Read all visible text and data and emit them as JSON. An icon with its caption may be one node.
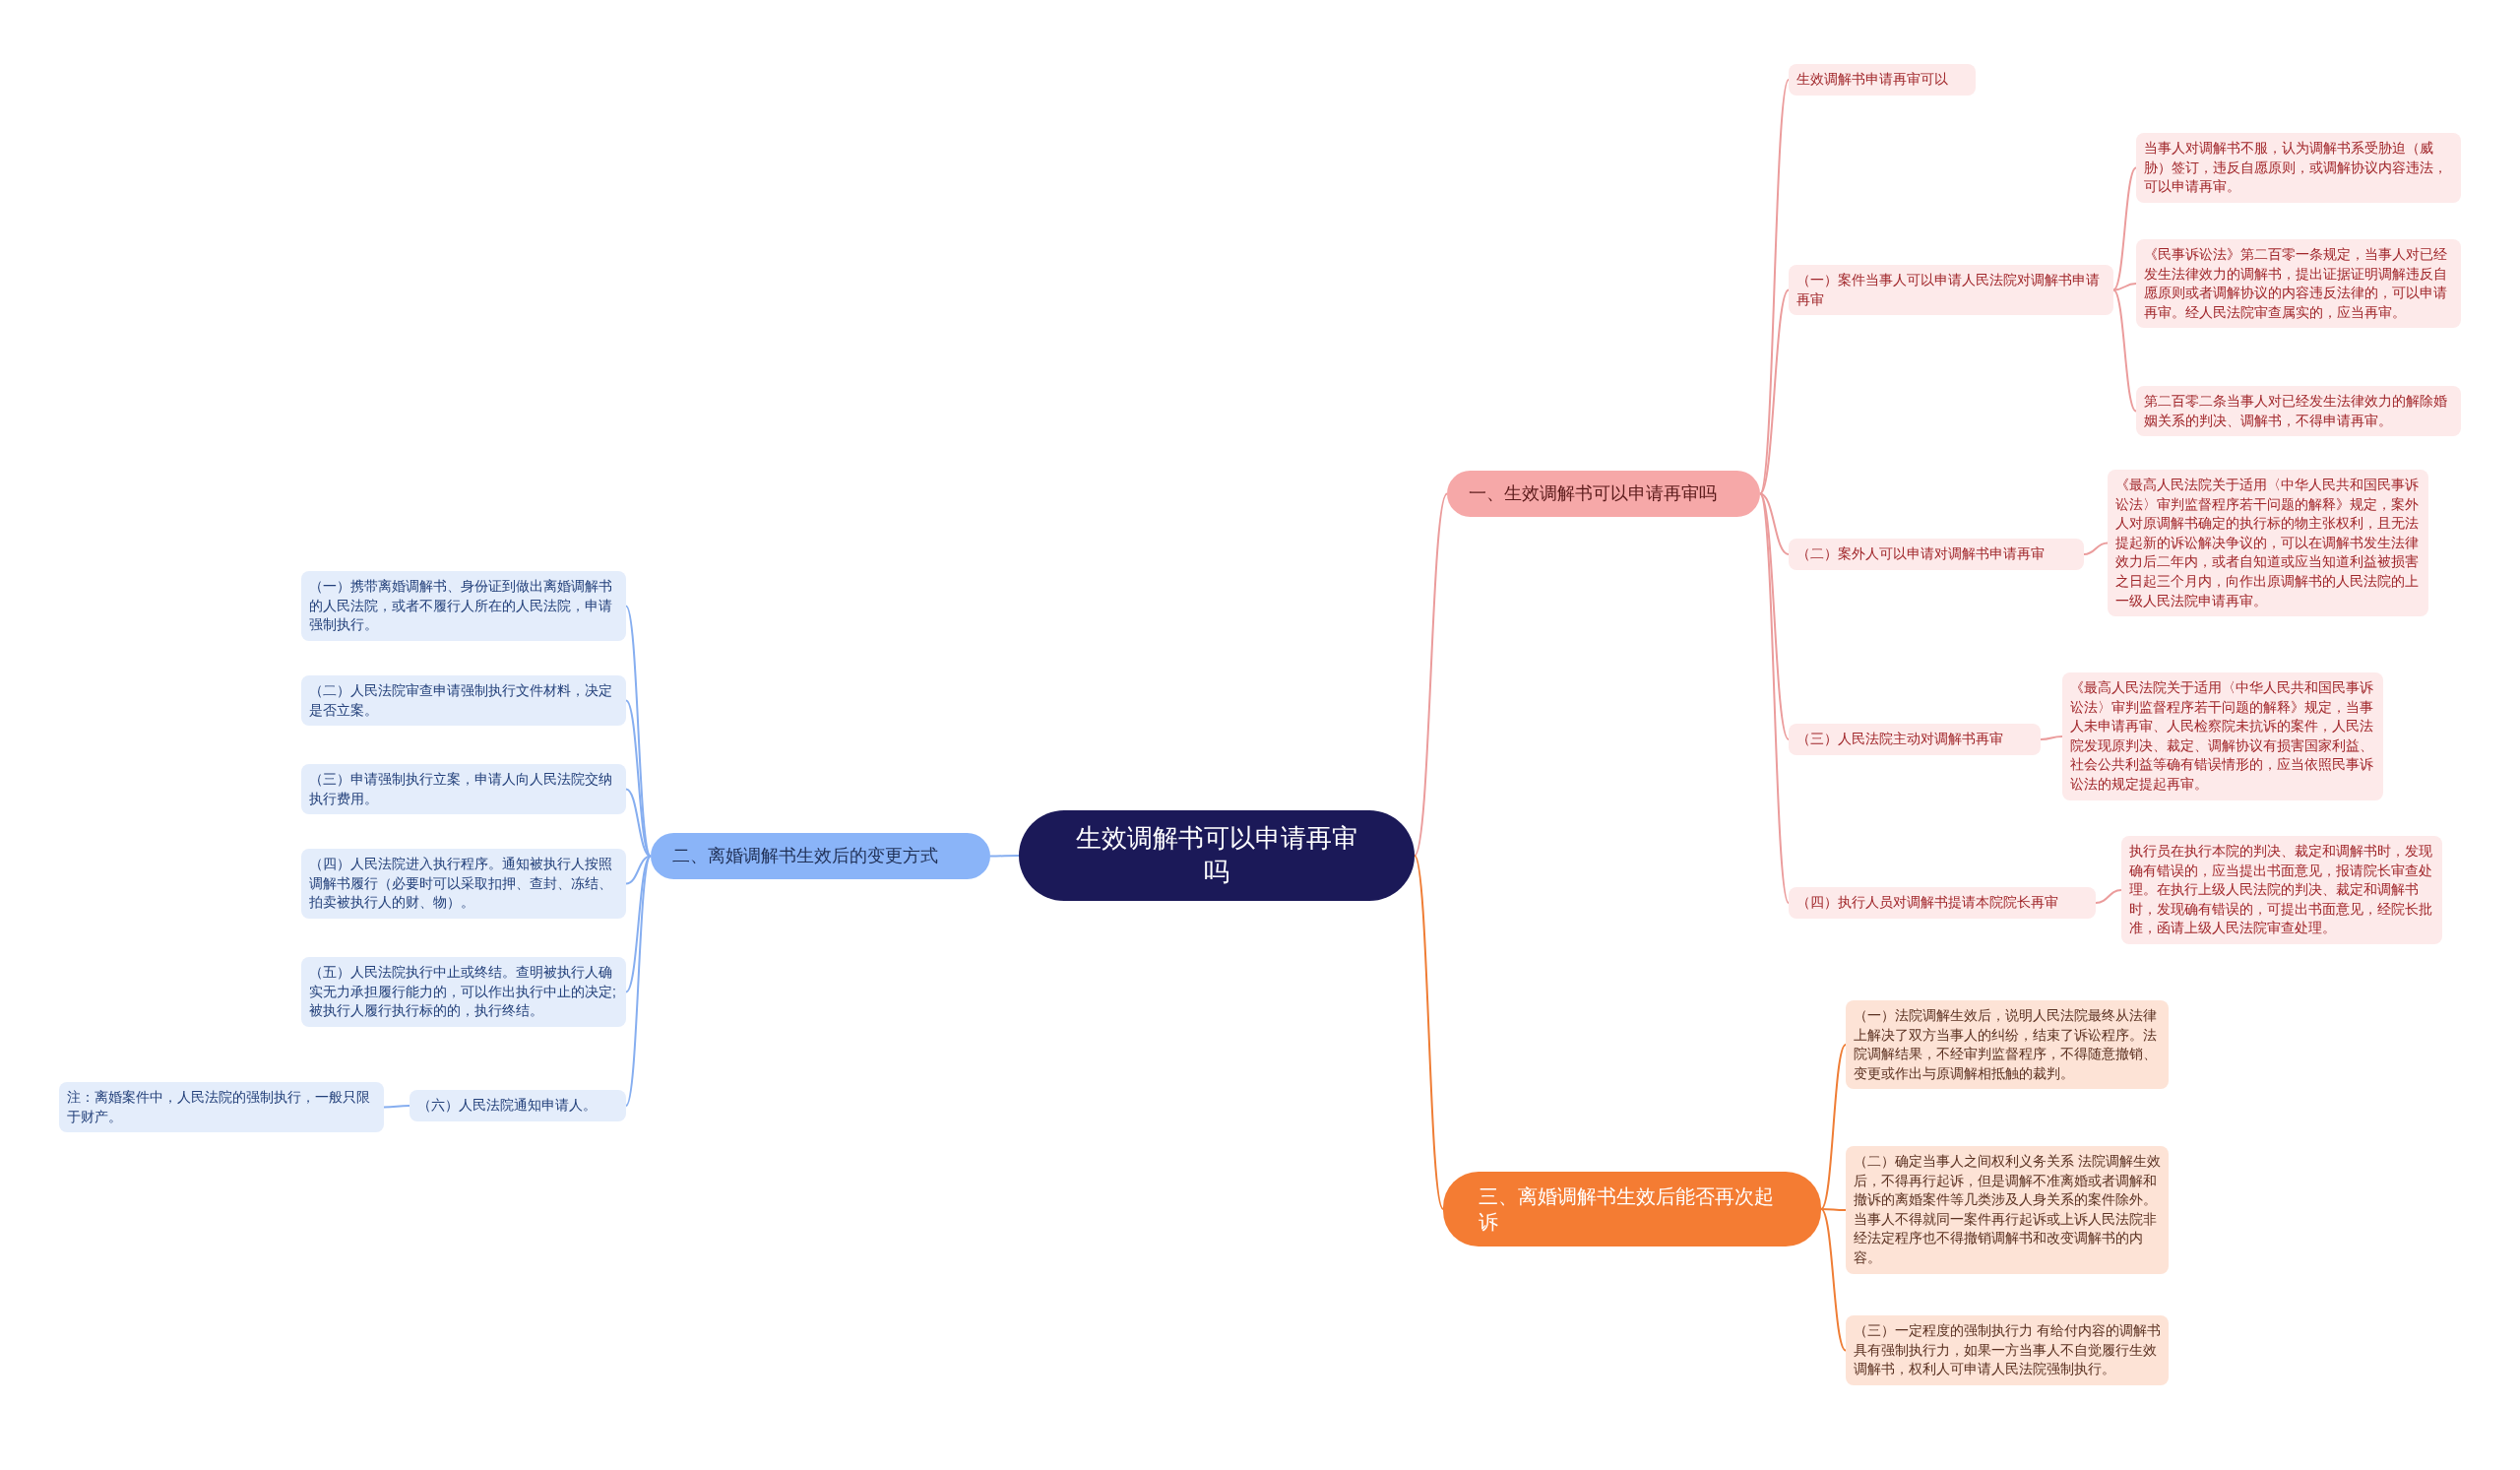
{
  "diagram": {
    "nodes": [
      {
        "text": [
          "生效调解书可以申请再审吗"
        ]
      },
      {
        "text": [
          "一、生效调解书可以申请再审吗"
        ]
      },
      {
        "text": [
          "生效调解书申请再审可以"
        ]
      },
      {
        "text": [
          "（一）案件当事人可以申请人民法院对调解书申请再审"
        ]
      },
      {
        "text": [
          "当事人对调解书不服，认为调解书系受胁迫（威胁）签订，违反自愿原则，或调解协议内容违法，可以申请再审。"
        ]
      },
      {
        "text": [
          "《民事诉讼法》第二百零一条规定，当事人对已经发生法律效力的调解书，提出证据证明调解违反自愿原则或者调解协议的内容违反法律的，可以申请再审。经人民法院审查属实的，应当再审。"
        ]
      },
      {
        "text": [
          "第二百零二条当事人对已经发生法律效力的解除婚姻关系的判决、调解书，不得申请再审。"
        ]
      },
      {
        "text": [
          "（二）案外人可以申请对调解书申请再审"
        ]
      },
      {
        "text": [
          "《最高人民法院关于适用〈中华人民共和国民事诉讼法〉审判监督程序若干问题的解释》规定，案外人对原调解书确定的执行标的物主张权利，且无法提起新的诉讼解决争议的，可以在调解书发生法律效力后二年内，或者自知道或应当知道利益被损害之日起三个月内，向作出原调解书的人民法院的上一级人民法院申请再审。"
        ]
      },
      {
        "text": [
          "（三）人民法院主动对调解书再审"
        ]
      },
      {
        "text": [
          "《最高人民法院关于适用〈中华人民共和国民事诉讼法〉审判监督程序若干问题的解释》规定，当事人未申请再审、人民检察院未抗诉的案件，人民法院发现原判决、裁定、调解协议有损害国家利益、社会公共利益等确有错误情形的，应当依照民事诉讼法的规定提起再审。"
        ]
      },
      {
        "text": [
          "（四）执行人员对调解书提请本院院长再审"
        ]
      },
      {
        "text": [
          "执行员在执行本院的判决、裁定和调解书时，发现确有错误的，应当提出书面意见，报请院长审查处理。在执行上级人民法院的判决、裁定和调解书时，发现确有错误的，可提出书面意见，经院长批准，函请上级人民法院审查处理。"
        ]
      },
      {
        "text": [
          "三、离婚调解书生效后能否再次起诉"
        ]
      },
      {
        "text": [
          "（一）法院调解生效后，说明人民法院最终从法律上解决了双方当事人的纠纷，结束了诉讼程序。法院调解结果，不经审判监督程序，不得随意撤销、变更或作出与原调解相抵触的裁判。"
        ]
      },
      {
        "text": [
          "（二）确定当事人之间权利义务关系 法院调解生效后，不得再行起诉，但是调解不准离婚或者调解和撤诉的离婚案件等几类涉及人身关系的案件除外。当事人不得就同一案件再行起诉或上诉人民法院非经法定程序也不得撤销调解书和改变调解书的内容。"
        ]
      },
      {
        "text": [
          "（三）一定程度的强制执行力 有给付内容的调解书具有强制执行力，如果一方当事人不自觉履行生效调解书，权利人可申请人民法院强制执行。"
        ]
      },
      {
        "text": [
          "二、离婚调解书生效后的变更方式"
        ]
      },
      {
        "text": [
          "（一）携带离婚调解书、身份证到做出离婚调解书的人民法院，或者不履行人所在的人民法院，申请强制执行。"
        ]
      },
      {
        "text": [
          "（二）人民法院审查申请强制执行文件材料，决定是否立案。"
        ]
      },
      {
        "text": [
          "（三）申请强制执行立案，申请人向人民法院交纳执行费用。"
        ]
      },
      {
        "text": [
          "（四）人民法院进入执行程序。通知被执行人按照调解书履行（必要时可以采取扣押、查封、冻结、拍卖被执行人的财、物）。"
        ]
      },
      {
        "text": [
          "（五）人民法院执行中止或终结。查明被执行人确实无力承担履行能力的，可以作出执行中止的决定;被执行人履行执行标的的，执行终结。"
        ]
      },
      {
        "text": [
          "（六）人民法院通知申请人。"
        ]
      },
      {
        "text": [
          "注：离婚案件中，人民法院的强制执行，一般只限于财产。"
        ]
      }
    ],
    "edges": [
      {
        "from": 0,
        "to": 1,
        "arrow": "none"
      },
      {
        "from": 1,
        "to": 2,
        "arrow": "none"
      },
      {
        "from": 1,
        "to": 3,
        "arrow": "none"
      },
      {
        "from": 3,
        "to": 4,
        "arrow": "none"
      },
      {
        "from": 3,
        "to": 5,
        "arrow": "none"
      },
      {
        "from": 3,
        "to": 6,
        "arrow": "none"
      },
      {
        "from": 1,
        "to": 7,
        "arrow": "none"
      },
      {
        "from": 7,
        "to": 8,
        "arrow": "none"
      },
      {
        "from": 1,
        "to": 9,
        "arrow": "none"
      },
      {
        "from": 9,
        "to": 10,
        "arrow": "none"
      },
      {
        "from": 1,
        "to": 11,
        "arrow": "none"
      },
      {
        "from": 11,
        "to": 12,
        "arrow": "none"
      },
      {
        "from": 0,
        "to": 13,
        "arrow": "none",
        "color": "#ef7d35"
      },
      {
        "from": 13,
        "to": 14,
        "arrow": "none",
        "color": "#ef7d35"
      },
      {
        "from": 13,
        "to": 15,
        "arrow": "none",
        "color": "#ef7d35"
      },
      {
        "from": 13,
        "to": 16,
        "arrow": "none",
        "color": "#ef7d35"
      },
      {
        "from": 0,
        "to": 17,
        "arrow": "none",
        "color": "#86aef0"
      },
      {
        "from": 17,
        "to": 18,
        "arrow": "none",
        "color": "#86aef0"
      },
      {
        "from": 17,
        "to": 19,
        "arrow": "none",
        "color": "#86aef0"
      },
      {
        "from": 17,
        "to": 20,
        "arrow": "none",
        "color": "#86aef0"
      },
      {
        "from": 17,
        "to": 21,
        "arrow": "none",
        "color": "#86aef0"
      },
      {
        "from": 17,
        "to": 22,
        "arrow": "none",
        "color": "#86aef0"
      },
      {
        "from": 17,
        "to": 23,
        "arrow": "none",
        "color": "#86aef0"
      },
      {
        "from": 23,
        "to": 24,
        "arrow": "none",
        "color": "#86aef0"
      }
    ]
  }
}
